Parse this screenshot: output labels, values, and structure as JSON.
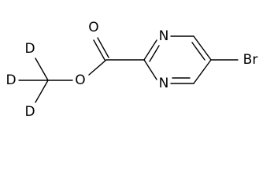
{
  "molecule": {
    "atoms": {
      "deuterium_top": "D",
      "deuterium_left": "D",
      "deuterium_bottom": "D",
      "ester_carbonyl_oxygen": "O",
      "ester_ether_oxygen": "O",
      "ring_nitrogen_top": "N",
      "ring_nitrogen_bottom": "N",
      "bromine": "Br"
    }
  }
}
